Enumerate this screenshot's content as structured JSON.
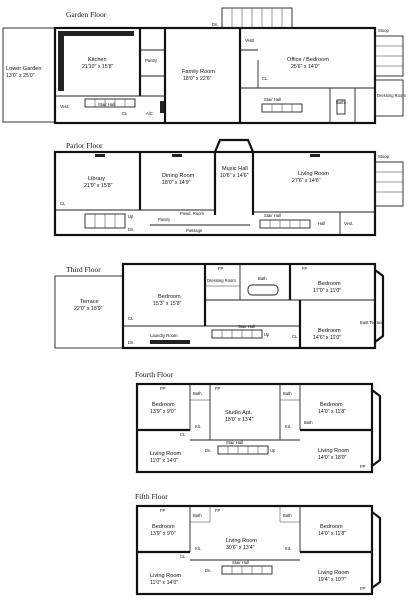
{
  "floors": [
    {
      "id": "garden",
      "title": "Garden Floor",
      "rooms": [
        {
          "name": "Lower Garden",
          "dim": "13'0\" x 25'0\""
        },
        {
          "name": "Kitchen",
          "dim": "21'10\" x 15'8\""
        },
        {
          "name": "Family Room",
          "dim": "18'0\" x 22'6\""
        },
        {
          "name": "Office / Bedroom",
          "dim": "25'6\" x 14'0\""
        }
      ],
      "labels": [
        "Pantry",
        "Vestl",
        "Vest.",
        "Stair Hall",
        "Stair Hall",
        "CL",
        "CL",
        "A/C",
        "Bath",
        "Dressing Room",
        "Stoop",
        "Dn."
      ]
    },
    {
      "id": "parlor",
      "title": "Parlor Floor",
      "rooms": [
        {
          "name": "Library",
          "dim": "21'9\" x 15'8\""
        },
        {
          "name": "Dining Room",
          "dim": "18'0\" x 14'9\""
        },
        {
          "name": "Music Hall",
          "dim": "10'6\" x 14'6\""
        },
        {
          "name": "Living Room",
          "dim": "27'6\" x 14'6\""
        }
      ],
      "labels": [
        "Pantry",
        "Powd. Room",
        "Passage",
        "Stair Hall",
        "Hall",
        "Vest.",
        "Stoop",
        "Up",
        "Dn.",
        "CL"
      ]
    },
    {
      "id": "third",
      "title": "Third Floor",
      "rooms": [
        {
          "name": "Terrace",
          "dim": "22'0\" x 18'9\""
        },
        {
          "name": "Bedroom",
          "dim": "15'3\" x 15'8\""
        },
        {
          "name": "Bedroom",
          "dim": "17'0\" x 11'0\""
        },
        {
          "name": "Bedroom",
          "dim": "14'6\" x 11'0\""
        }
      ],
      "labels": [
        "Dressing Room",
        "Laundry Room",
        "Stair Hall",
        "East Terrace",
        "Bath",
        "CL",
        "CL",
        "Up",
        "Dn.",
        "FP",
        "FP"
      ]
    },
    {
      "id": "fourth",
      "title": "Fourth Floor",
      "rooms": [
        {
          "name": "Bedroom",
          "dim": "13'9\" x 9'0\""
        },
        {
          "name": "Studio Apt.",
          "dim": "18'0\" x 13'4\""
        },
        {
          "name": "Bedroom",
          "dim": "14'0\" x 11'8\""
        },
        {
          "name": "Living Room",
          "dim": "11'0\" x 14'0\""
        },
        {
          "name": "Living Room",
          "dim": "14'0\" x 18'0\""
        }
      ],
      "labels": [
        "Bath",
        "Bath",
        "Bath",
        "Stair Hall",
        "Kit.",
        "Kit.",
        "FP",
        "FP",
        "FP",
        "CL",
        "Up",
        "Dn."
      ]
    },
    {
      "id": "fifth",
      "title": "Fifth Floor",
      "rooms": [
        {
          "name": "Bedroom",
          "dim": "13'9\" x 9'0\""
        },
        {
          "name": "Living Room",
          "dim": "30'6\" x 13'4\""
        },
        {
          "name": "Bedroom",
          "dim": "14'0\" x 11'8\""
        },
        {
          "name": "Living Room",
          "dim": "11'0\" x 14'0\""
        },
        {
          "name": "Living Room",
          "dim": "19'4\" x 10'7\""
        }
      ],
      "labels": [
        "Bath",
        "Bath",
        "Stair Hall",
        "Kit.",
        "Kit.",
        "FP",
        "FP",
        "FP",
        "CL",
        "Dn."
      ]
    }
  ]
}
